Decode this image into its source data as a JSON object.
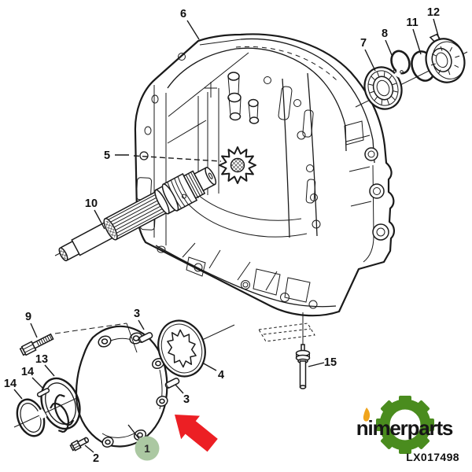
{
  "diagram": {
    "callouts": [
      {
        "label": "6"
      },
      {
        "label": "12"
      },
      {
        "label": "11"
      },
      {
        "label": "8"
      },
      {
        "label": "7"
      },
      {
        "label": "5"
      },
      {
        "label": "10"
      },
      {
        "label": "9"
      },
      {
        "label": "3"
      },
      {
        "label": "13"
      },
      {
        "label": "14"
      },
      {
        "label": "14"
      },
      {
        "label": "4"
      },
      {
        "label": "3"
      },
      {
        "label": "2"
      },
      {
        "label": "15"
      },
      {
        "label": "1"
      }
    ],
    "highlighted_callout": "1"
  },
  "branding": {
    "name": "nimerparts",
    "part_code": "LX017498"
  },
  "colors": {
    "line": "#1a1a1a",
    "highlight_green": "#abc8a2",
    "arrow_red": "#ec1f24",
    "logo_green": "#4a8c1e",
    "flame_orange": "#f0a41c"
  }
}
